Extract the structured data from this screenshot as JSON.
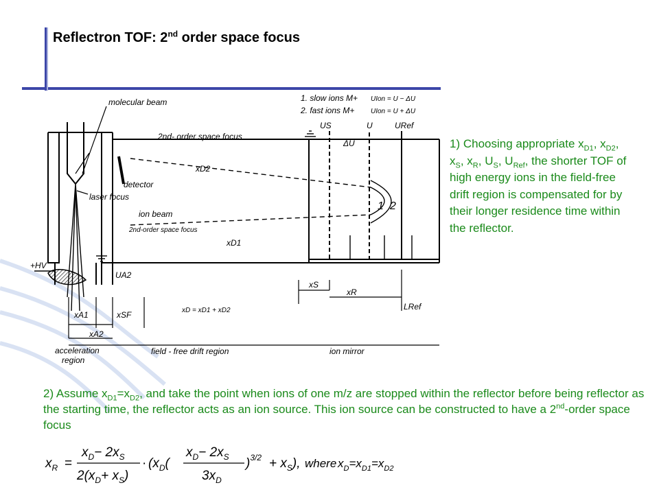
{
  "slide": {
    "title": {
      "main": "Reflectron TOF: 2",
      "sup": "nd",
      "rest": " order space focus"
    },
    "point1": {
      "pre": "1) Choosing appropriate ",
      "x1": "x",
      "x1s": "D1",
      "c1": ", ",
      "x2": "x",
      "x2s": "D2",
      "c2": ", ",
      "x3": "x",
      "x3s": "S",
      "c3": ", ",
      "x4": "x",
      "x4s": "R",
      "c4": ", ",
      "u1": "U",
      "u1s": "S",
      "c5": ", ",
      "u2": "U",
      "u2s": "Ref",
      "post": ", the shorter TOF of high energy ions in the field-free drift region is compensated for by their longer residence time within the reflector."
    },
    "point2": {
      "pre": "2) Assume x",
      "s1": "D1",
      "mid": "=x",
      "s2": "D2",
      "post": ", and take the point when ions of one m/z are stopped within the reflector before being reflector as the starting time, the reflector acts as an ion source. This ion source can be constructed to have a 2",
      "sup": "nd",
      "end": "-order space focus"
    },
    "equation": {
      "lhs": "x",
      "lhs_sub": "R",
      "eq": "=",
      "num1": "x",
      "num1_sub": "D",
      "num1_rest": "− 2x",
      "num1_sub2": "S",
      "den1": "2(x",
      "den1_sub": "D",
      "den1_rest": "+ x",
      "den1_sub2": "S",
      "den1_close": ")",
      "dot": "·",
      "paren_open": "(x",
      "mid_sub": "D",
      "mid_open": "(",
      "num2": "x",
      "num2_sub": "D",
      "num2_rest": "− 2x",
      "num2_sub2": "S",
      "den2": "3x",
      "den2_sub": "D",
      "pow": ")",
      "exp": "3/2",
      "tail": "+ x",
      "tail_sub": "S",
      "tail_close": "),",
      "where": "where",
      "xd": "x",
      "xd_sub": "D",
      "eq2": "=",
      "xd1": "x",
      "xd1_sub": "D1",
      "eq3": "=",
      "xd2": "x",
      "xd2_sub": "D2"
    }
  },
  "diagram": {
    "labels": {
      "molecular_beam": "molecular beam",
      "focus2": "2nd- order space focus",
      "detector": "detector",
      "laser_focus": "laser focus",
      "ion_beam": "ion beam",
      "space_focus_small": "2nd-order space focus",
      "xD2": "xD2",
      "xD1": "xD1",
      "hv": "+HV",
      "ua2": "UA2",
      "xa1": "xA1",
      "xsf": "xSF",
      "xa2": "xA2",
      "xd_sum": "xD = xD1 + xD2",
      "xs": "xS",
      "xr": "xR",
      "lref": "LRef",
      "acc1": "acceleration",
      "acc2": "region",
      "ffd": "field - free drift region",
      "mirror": "ion mirror",
      "us": "US",
      "u": "U",
      "uref": "URef",
      "du": "ΔU",
      "slow": "1. slow ions   M+",
      "fast": "2. fast ions   M+",
      "uion1": "UIon = U − ΔU",
      "uion2": "UIon = U + ΔU",
      "n1": "1",
      "n2": "2"
    }
  }
}
